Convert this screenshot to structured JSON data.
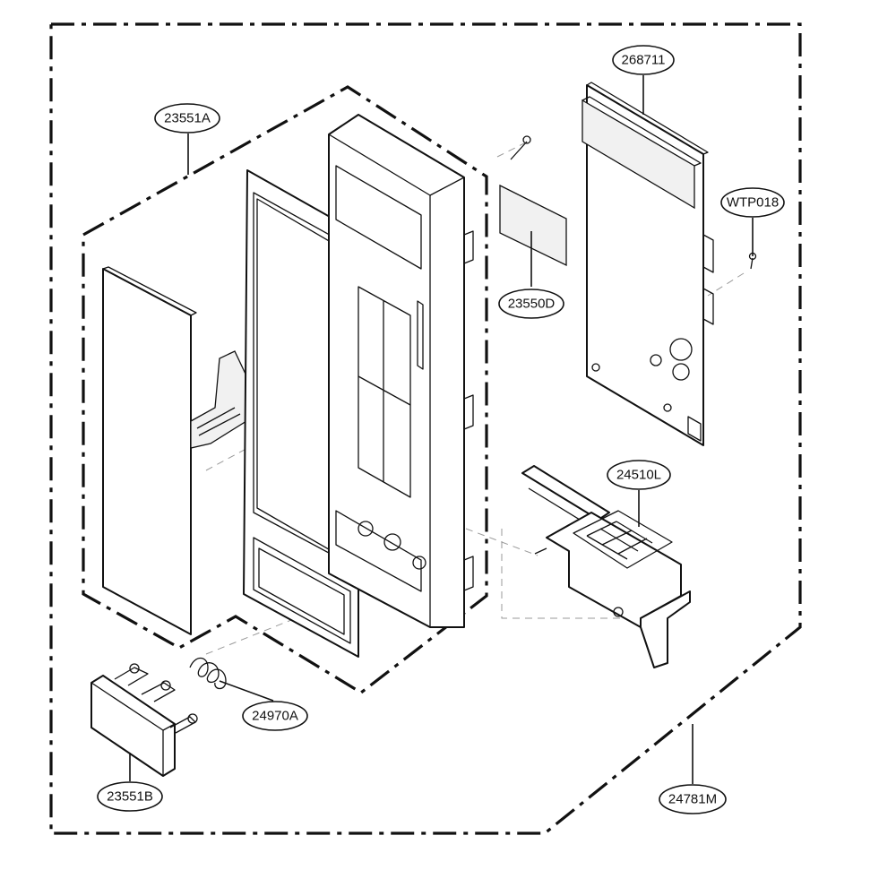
{
  "colors": {
    "line": "#111111",
    "background": "#ffffff"
  },
  "labels": {
    "part_268711": "268711",
    "part_23551A": "23551A",
    "part_WTP018": "WTP018",
    "part_23550D": "23550D",
    "part_24510L": "24510L",
    "part_24970A": "24970A",
    "part_23551B": "23551B",
    "part_24781M": "24781M"
  }
}
